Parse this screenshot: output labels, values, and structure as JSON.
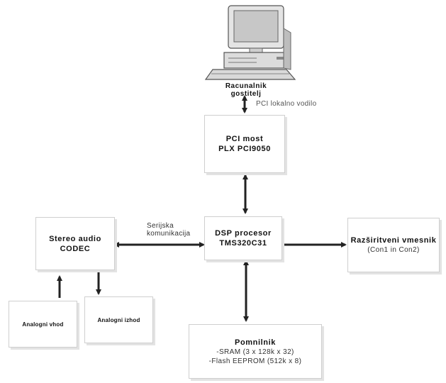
{
  "host_computer": {
    "label": "Racunalnik gostitelj"
  },
  "pci_bus_label": "PCI lokalno vodilo",
  "pci_bridge": {
    "line1": "PCI most",
    "line2": "PLX PCI9050"
  },
  "dsp": {
    "line1": "DSP procesor",
    "line2": "TMS320C31"
  },
  "codec": {
    "label": "Stereo audio CODEC"
  },
  "serial_link_label": {
    "line1": "Serijska",
    "line2": "komunikacija"
  },
  "expansion": {
    "line1": "Razširitveni vmesnik",
    "line2": "(Con1 in Con2)"
  },
  "memory": {
    "line1": "Pomnilnik",
    "line2": "-SRAM (3 x 128k x 32)",
    "line3": "-Flash EEPROM (512k x 8)"
  },
  "analog_input": {
    "label": "Analogni vhod"
  },
  "analog_output": {
    "label": "Analogni izhod"
  },
  "colors": {
    "line": "#222222",
    "box_border": "#cfcfcf",
    "shadow": "#e3e3e3"
  }
}
